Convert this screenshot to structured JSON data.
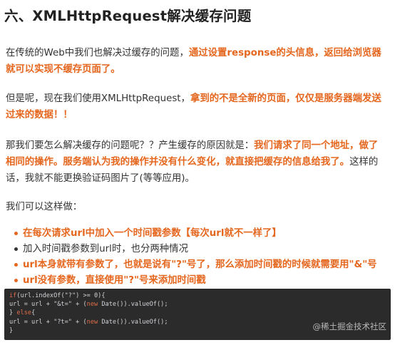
{
  "heading": "六、XMLHttpRequest解决缓存问题",
  "p1": {
    "plain": "在传统的Web中我们也解决过缓存的问题，",
    "highlight": "通过设置response的头信息，返回给浏览器就可以实现不缓存页面了。"
  },
  "p2": {
    "plain": "但是呢，现在我们使用XMLHttpRequest，",
    "highlight": "拿到的不是全新的页面，仅仅是服务器端发送过来的数据！！"
  },
  "p3": {
    "plain": "那我们要怎么解决缓存的问题呢？？产生缓存的原因就是：",
    "highlight": "我们请求了同一个地址，做了相同的操作。服务端认为我的操作并没有什么变化，就直接把缓存的信息给我了。",
    "tail": "这样的话，我就不能更换验证码图片了(等等应用)。"
  },
  "p4": "我们可以这样做：",
  "list": [
    {
      "text": "在每次请求url中加入一个时间戳参数【每次url就不一样了】",
      "style": "orange"
    },
    {
      "text": "加入时间戳参数到url时，也分两种情况",
      "style": "plain"
    },
    {
      "text": "url本身就带有参数了，也就是说有\"?\"号了，那么添加时间戳的时候就需要用\"&\"号",
      "style": "orange"
    },
    {
      "text": "url没有参数，直接使用\"?\"号来添加时间戳",
      "style": "orange"
    }
  ],
  "code": {
    "l1_kw": "if",
    "l1_a": "(url.indexOf(\"?\") >= 0){",
    "l2_a": "url = url + \"&t=\" + (",
    "l2_kw": "new",
    "l2_b": " Date()).valueOf();",
    "l3_a": "} ",
    "l3_kw": "else",
    "l3_b": "{",
    "l4_a": "url = url + \"?t=\" + (",
    "l4_kw": "new",
    "l4_b": " Date()).valueOf();",
    "l5": "}"
  },
  "watermark": "@稀土掘金技术社区",
  "colors": {
    "accent": "#e5671f",
    "code_bg": "#2b2b2b"
  }
}
